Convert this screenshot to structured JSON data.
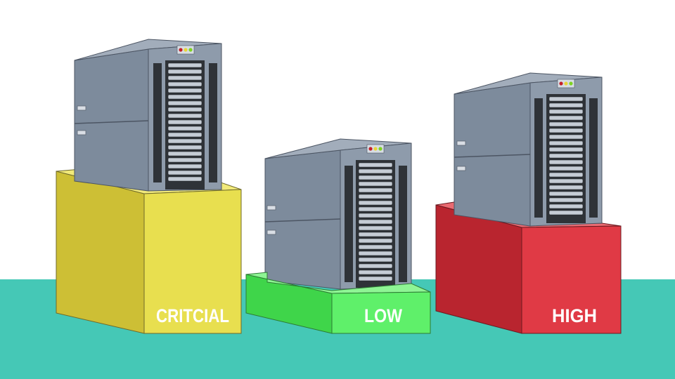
{
  "colors": {
    "background": "#ffffff",
    "floor": "#45c8b6",
    "server_side": "#7d8b9c",
    "server_front": "#8e9bab",
    "server_top": "#a2adbb",
    "bay": "#2f3338",
    "led_red": "#c4202a",
    "led_yellow": "#e8d43a",
    "led_green": "#7ed321"
  },
  "pedestals": [
    {
      "label": "CRITCIAL",
      "level": "critical",
      "color_front": "#e8df4f",
      "color_side": "#cdbf35",
      "color_top": "#f2ea7a"
    },
    {
      "label": "LOW",
      "level": "low",
      "color_front": "#5ff06a",
      "color_side": "#3fd54a",
      "color_top": "#8ef594"
    },
    {
      "label": "HIGH",
      "level": "high",
      "color_front": "#e03a45",
      "color_side": "#b9252f",
      "color_top": "#ea6b72"
    }
  ]
}
